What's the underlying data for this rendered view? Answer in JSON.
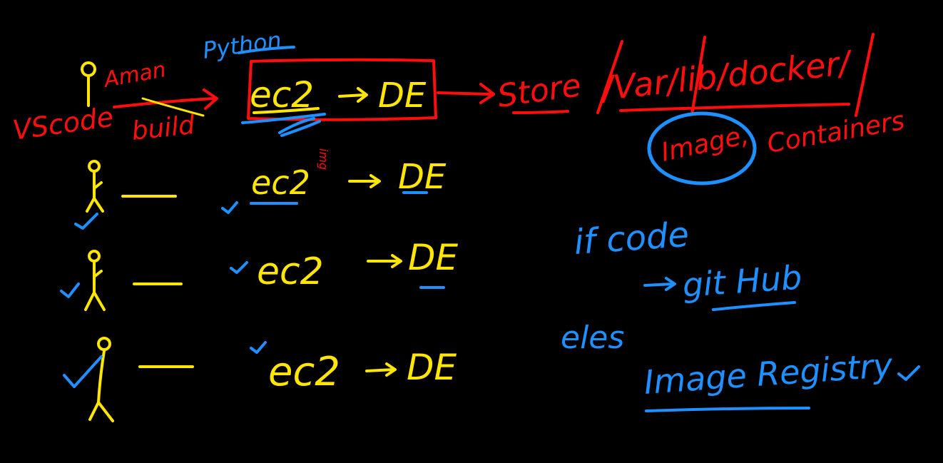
{
  "colors": {
    "background": "#000000",
    "red": "#ff0d0d",
    "yellow": "#ffe600",
    "blue": "#1e90ff"
  },
  "labels": {
    "user_name": "Aman",
    "language": "Python",
    "editor": "VScode",
    "build": "build",
    "ec2": "ec2",
    "de": "DE",
    "store": "Store",
    "path": "/Var/lib/docker/",
    "image": "Image,",
    "containers": "Containers",
    "img": "img",
    "if_code": "if code",
    "github": "git Hub",
    "else": "eles",
    "registry": "Image Registry"
  },
  "rows": [
    {
      "server": "ec2",
      "engine": "DE"
    },
    {
      "server": "ec2",
      "engine": "DE"
    },
    {
      "server": "ec2",
      "engine": "DE"
    }
  ]
}
